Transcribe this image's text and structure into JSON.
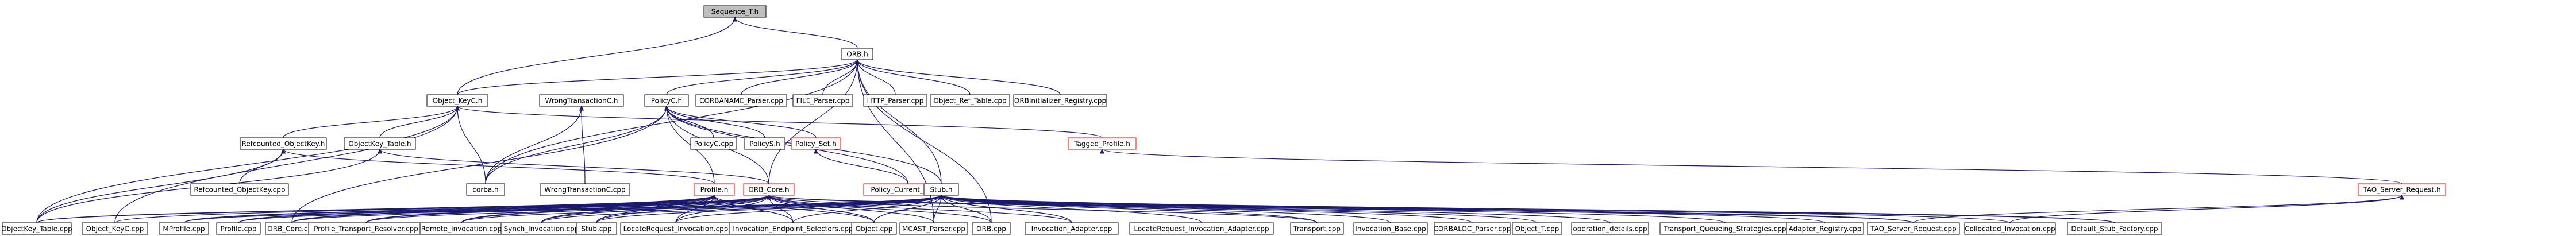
{
  "title": "Sequence_T.h",
  "colors": {
    "edge": "#191970",
    "root_fill": "#bfbfbf",
    "incomplete_border": "#ff0000",
    "node_border": "#000000"
  },
  "nodes": [
    {
      "id": "sequence_t_h",
      "label": "Sequence_T.h",
      "kind": "root"
    },
    {
      "id": "orb_h",
      "label": "ORB.h"
    },
    {
      "id": "object_keyc_h",
      "label": "Object_KeyC.h"
    },
    {
      "id": "wrongtransactionc_h",
      "label": "WrongTransactionC.h"
    },
    {
      "id": "policyc_h",
      "label": "PolicyC.h"
    },
    {
      "id": "corbaname_parser_cpp",
      "label": "CORBANAME_Parser.cpp"
    },
    {
      "id": "file_parser_cpp",
      "label": "FILE_Parser.cpp"
    },
    {
      "id": "http_parser_cpp",
      "label": "HTTP_Parser.cpp"
    },
    {
      "id": "object_ref_table_cpp",
      "label": "Object_Ref_Table.cpp"
    },
    {
      "id": "orbinitializer_registry_cpp",
      "label": "ORBInitializer_Registry.cpp"
    },
    {
      "id": "refcounted_objectkey_h",
      "label": "Refcounted_ObjectKey.h"
    },
    {
      "id": "objectkey_table_h",
      "label": "ObjectKey_Table.h"
    },
    {
      "id": "corba_h",
      "label": "corba.h"
    },
    {
      "id": "wrongtransactionc_cpp",
      "label": "WrongTransactionC.cpp"
    },
    {
      "id": "policyc_cpp",
      "label": "PolicyC.cpp"
    },
    {
      "id": "policys_h",
      "label": "PolicyS.h"
    },
    {
      "id": "policy_set_h",
      "label": "Policy_Set.h",
      "kind": "incomplete"
    },
    {
      "id": "tagged_profile_h",
      "label": "Tagged_Profile.h",
      "kind": "incomplete"
    },
    {
      "id": "refcounted_objectkey_cpp",
      "label": "Refcounted_ObjectKey.cpp"
    },
    {
      "id": "policy_current_impl_h",
      "label": "Policy_Current_Impl.h",
      "kind": "incomplete"
    },
    {
      "id": "profile_h",
      "label": "Profile.h",
      "kind": "incomplete"
    },
    {
      "id": "orb_core_h",
      "label": "ORB_Core.h",
      "kind": "incomplete"
    },
    {
      "id": "stub_h",
      "label": "Stub.h"
    },
    {
      "id": "tao_server_request_h",
      "label": "TAO_Server_Request.h",
      "kind": "incomplete"
    },
    {
      "id": "objectkey_table_cpp",
      "label": "ObjectKey_Table.cpp"
    },
    {
      "id": "object_keyc_cpp",
      "label": "Object_KeyC.cpp"
    },
    {
      "id": "mprofile_cpp",
      "label": "MProfile.cpp"
    },
    {
      "id": "profile_cpp",
      "label": "Profile.cpp"
    },
    {
      "id": "orb_core_cpp",
      "label": "ORB_Core.cpp"
    },
    {
      "id": "profile_transport_resolver_cpp",
      "label": "Profile_Transport_Resolver.cpp"
    },
    {
      "id": "remote_invocation_cpp",
      "label": "Remote_Invocation.cpp"
    },
    {
      "id": "synch_invocation_cpp",
      "label": "Synch_Invocation.cpp"
    },
    {
      "id": "stub_cpp",
      "label": "Stub.cpp"
    },
    {
      "id": "locaterequest_invocation_cpp",
      "label": "LocateRequest_Invocation.cpp"
    },
    {
      "id": "invocation_endpoint_selectors_cpp",
      "label": "Invocation_Endpoint_Selectors.cpp"
    },
    {
      "id": "object_cpp",
      "label": "Object.cpp"
    },
    {
      "id": "mcast_parser_cpp",
      "label": "MCAST_Parser.cpp"
    },
    {
      "id": "orb_cpp",
      "label": "ORB.cpp"
    },
    {
      "id": "invocation_adapter_cpp",
      "label": "Invocation_Adapter.cpp"
    },
    {
      "id": "locaterequest_invocation_adapter_cpp",
      "label": "LocateRequest_Invocation_Adapter.cpp"
    },
    {
      "id": "transport_cpp",
      "label": "Transport.cpp"
    },
    {
      "id": "invocation_base_cpp",
      "label": "Invocation_Base.cpp"
    },
    {
      "id": "corbaloc_parser_cpp",
      "label": "CORBALOC_Parser.cpp"
    },
    {
      "id": "object_t_cpp",
      "label": "Object_T.cpp"
    },
    {
      "id": "operation_details_cpp",
      "label": "operation_details.cpp"
    },
    {
      "id": "transport_queueing_strategies_cpp",
      "label": "Transport_Queueing_Strategies.cpp"
    },
    {
      "id": "adapter_registry_cpp",
      "label": "Adapter_Registry.cpp"
    },
    {
      "id": "tao_server_request_cpp",
      "label": "TAO_Server_Request.cpp"
    },
    {
      "id": "collocated_invocation_cpp",
      "label": "Collocated_Invocation.cpp"
    },
    {
      "id": "default_stub_factory_cpp",
      "label": "Default_Stub_Factory.cpp"
    }
  ],
  "edges": [
    [
      "sequence_t_h",
      "orb_h"
    ],
    [
      "sequence_t_h",
      "object_keyc_h"
    ],
    [
      "orb_h",
      "object_keyc_h"
    ],
    [
      "orb_h",
      "policyc_h"
    ],
    [
      "orb_h",
      "corbaname_parser_cpp"
    ],
    [
      "orb_h",
      "file_parser_cpp"
    ],
    [
      "orb_h",
      "http_parser_cpp"
    ],
    [
      "orb_h",
      "object_ref_table_cpp"
    ],
    [
      "orb_h",
      "orbinitializer_registry_cpp"
    ],
    [
      "orb_h",
      "corba_h"
    ],
    [
      "orb_h",
      "stub_h"
    ],
    [
      "orb_h",
      "mcast_parser_cpp"
    ],
    [
      "orb_h",
      "orb_cpp"
    ],
    [
      "orb_h",
      "orb_core_h"
    ],
    [
      "object_keyc_h",
      "refcounted_objectkey_h"
    ],
    [
      "object_keyc_h",
      "objectkey_table_h"
    ],
    [
      "object_keyc_h",
      "corba_h"
    ],
    [
      "object_keyc_h",
      "tagged_profile_h"
    ],
    [
      "object_keyc_h",
      "object_keyc_cpp"
    ],
    [
      "object_keyc_h",
      "objectkey_table_cpp"
    ],
    [
      "wrongtransactionc_h",
      "corba_h"
    ],
    [
      "wrongtransactionc_h",
      "wrongtransactionc_cpp"
    ],
    [
      "policyc_h",
      "corba_h"
    ],
    [
      "policyc_h",
      "policyc_cpp"
    ],
    [
      "policyc_h",
      "policys_h"
    ],
    [
      "policyc_h",
      "policy_set_h"
    ],
    [
      "policyc_h",
      "policy_current_impl_h"
    ],
    [
      "policyc_h",
      "profile_h"
    ],
    [
      "policyc_h",
      "orb_core_h"
    ],
    [
      "policyc_h",
      "stub_h"
    ],
    [
      "policyc_h",
      "orb_core_cpp"
    ],
    [
      "refcounted_objectkey_h",
      "refcounted_objectkey_cpp"
    ],
    [
      "refcounted_objectkey_h",
      "profile_h"
    ],
    [
      "refcounted_objectkey_h",
      "objectkey_table_cpp"
    ],
    [
      "objectkey_table_h",
      "orb_core_h"
    ],
    [
      "objectkey_table_h",
      "objectkey_table_cpp"
    ],
    [
      "policy_set_h",
      "policy_current_impl_h"
    ],
    [
      "tagged_profile_h",
      "tao_server_request_h"
    ],
    [
      "profile_h",
      "mprofile_cpp"
    ],
    [
      "profile_h",
      "profile_cpp"
    ],
    [
      "profile_h",
      "orb_core_cpp"
    ],
    [
      "profile_h",
      "profile_transport_resolver_cpp"
    ],
    [
      "profile_h",
      "remote_invocation_cpp"
    ],
    [
      "profile_h",
      "synch_invocation_cpp"
    ],
    [
      "profile_h",
      "stub_cpp"
    ],
    [
      "profile_h",
      "locaterequest_invocation_cpp"
    ],
    [
      "profile_h",
      "invocation_endpoint_selectors_cpp"
    ],
    [
      "profile_h",
      "object_cpp"
    ],
    [
      "profile_h",
      "objectkey_table_cpp"
    ],
    [
      "profile_h",
      "object_keyc_cpp"
    ],
    [
      "orb_core_h",
      "objectkey_table_cpp"
    ],
    [
      "orb_core_h",
      "mprofile_cpp"
    ],
    [
      "orb_core_h",
      "profile_cpp"
    ],
    [
      "orb_core_h",
      "orb_core_cpp"
    ],
    [
      "orb_core_h",
      "profile_transport_resolver_cpp"
    ],
    [
      "orb_core_h",
      "remote_invocation_cpp"
    ],
    [
      "orb_core_h",
      "synch_invocation_cpp"
    ],
    [
      "orb_core_h",
      "stub_cpp"
    ],
    [
      "orb_core_h",
      "locaterequest_invocation_cpp"
    ],
    [
      "orb_core_h",
      "invocation_endpoint_selectors_cpp"
    ],
    [
      "orb_core_h",
      "object_cpp"
    ],
    [
      "orb_core_h",
      "mcast_parser_cpp"
    ],
    [
      "orb_core_h",
      "orb_cpp"
    ],
    [
      "orb_core_h",
      "invocation_adapter_cpp"
    ],
    [
      "orb_core_h",
      "transport_cpp"
    ],
    [
      "orb_core_h",
      "tao_server_request_cpp"
    ],
    [
      "orb_core_h",
      "default_stub_factory_cpp"
    ],
    [
      "stub_h",
      "mprofile_cpp"
    ],
    [
      "stub_h",
      "profile_cpp"
    ],
    [
      "stub_h",
      "orb_core_cpp"
    ],
    [
      "stub_h",
      "profile_transport_resolver_cpp"
    ],
    [
      "stub_h",
      "remote_invocation_cpp"
    ],
    [
      "stub_h",
      "synch_invocation_cpp"
    ],
    [
      "stub_h",
      "stub_cpp"
    ],
    [
      "stub_h",
      "locaterequest_invocation_cpp"
    ],
    [
      "stub_h",
      "invocation_endpoint_selectors_cpp"
    ],
    [
      "stub_h",
      "object_cpp"
    ],
    [
      "stub_h",
      "mcast_parser_cpp"
    ],
    [
      "stub_h",
      "orb_cpp"
    ],
    [
      "stub_h",
      "invocation_adapter_cpp"
    ],
    [
      "stub_h",
      "locaterequest_invocation_adapter_cpp"
    ],
    [
      "stub_h",
      "transport_cpp"
    ],
    [
      "stub_h",
      "invocation_base_cpp"
    ],
    [
      "stub_h",
      "corbaloc_parser_cpp"
    ],
    [
      "stub_h",
      "object_t_cpp"
    ],
    [
      "stub_h",
      "operation_details_cpp"
    ],
    [
      "stub_h",
      "transport_queueing_strategies_cpp"
    ],
    [
      "stub_h",
      "adapter_registry_cpp"
    ],
    [
      "stub_h",
      "tao_server_request_cpp"
    ],
    [
      "stub_h",
      "collocated_invocation_cpp"
    ],
    [
      "stub_h",
      "default_stub_factory_cpp"
    ],
    [
      "tao_server_request_h",
      "tao_server_request_cpp"
    ],
    [
      "tao_server_request_h",
      "collocated_invocation_cpp"
    ]
  ]
}
